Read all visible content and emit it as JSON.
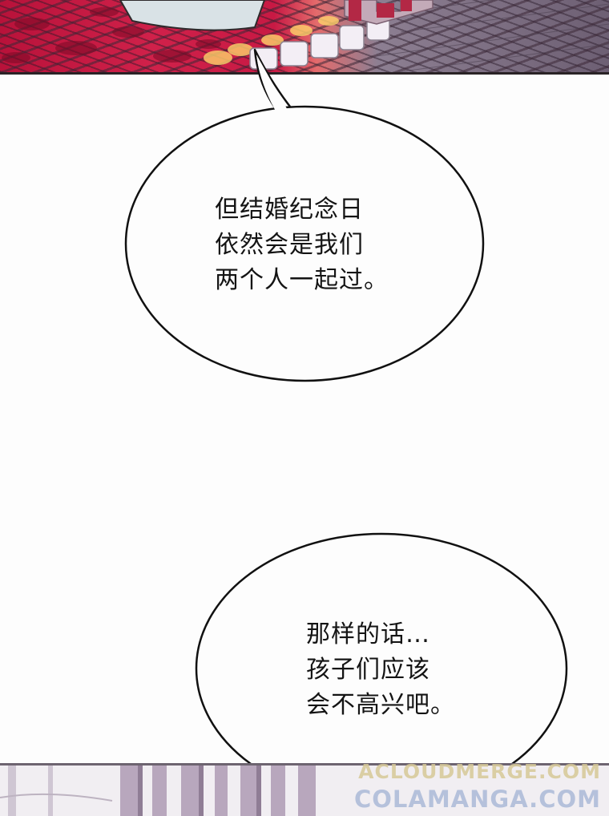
{
  "bubble_1": {
    "lines": [
      "但结婚纪念日",
      "依然会是我们",
      "两个人一起过。"
    ]
  },
  "bubble_2": {
    "lines": [
      "那样的话…",
      "孩子们应该",
      "会不高兴吧。"
    ]
  },
  "watermarks": {
    "top": "ACLOUDMERGE.COM",
    "bottom": "COLAMANGA.COM"
  },
  "colors": {
    "petals": "#c81944",
    "floor": "#7a6b7d",
    "bubble_stroke": "#111111",
    "panel_border": "#2a2326"
  }
}
